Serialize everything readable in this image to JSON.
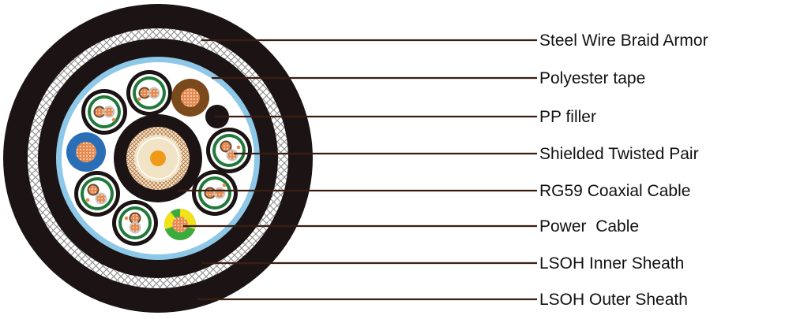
{
  "labels": [
    "Steel Wire Braid Armor",
    "Polyester tape",
    "PP filler",
    "Shielded Twisted Pair",
    "RG59 Coaxial Cable",
    "Power  Cable",
    "LSOH Inner Sheath",
    "LSOH Outer Sheath"
  ],
  "colors": {
    "sheath": "#1c1414",
    "braid": "#d9d9d9",
    "tape": "#8ec8e8",
    "leader": "#3a1e12",
    "pair_green": "#1f7a3a",
    "copper": "#e0864f",
    "blue_core": "#2a6fb5",
    "brown_core": "#7a4a1c",
    "foam": "#f1e3c6",
    "coax_center": "#f09a1a",
    "earth_green": "#3caa3c",
    "earth_yellow": "#f2e21a"
  }
}
